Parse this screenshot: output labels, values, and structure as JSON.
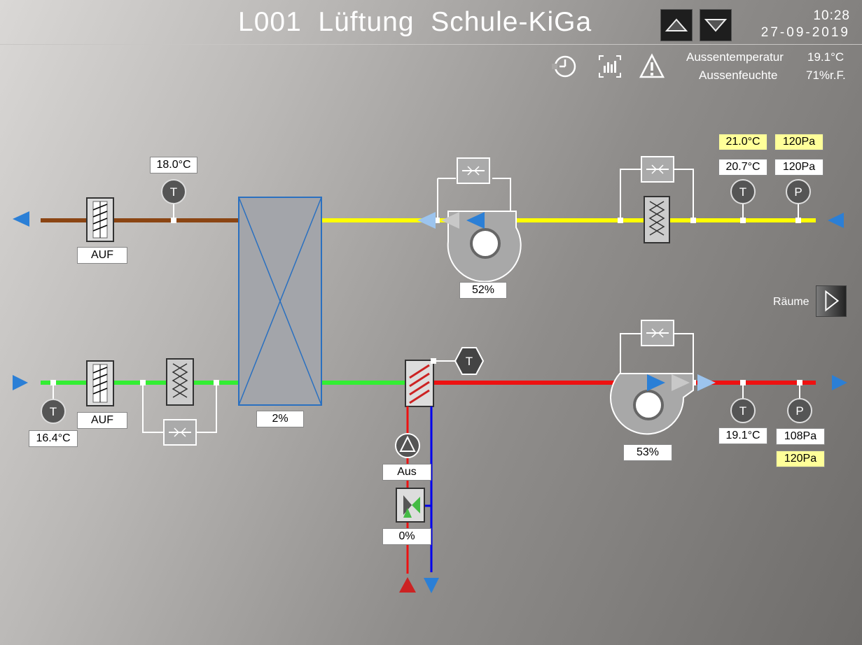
{
  "header": {
    "title": "L001  Lüftung  Schule-KiGa",
    "time": "10:28",
    "date": "27-09-2019",
    "outdoor_temp_label": "Aussentemperatur",
    "outdoor_temp_value": "19.1°C",
    "outdoor_humidity_label": "Aussenfeuchte",
    "outdoor_humidity_value": "71%r.F."
  },
  "nav": {
    "rooms_label": "Räume"
  },
  "exhaust_line": {
    "outdoor_temp_value": "18.0°C",
    "damper_status": "AUF",
    "heat_recovery_value": "2%",
    "fan_speed": "52%",
    "temp_setpoint": "21.0°C",
    "pressure_setpoint": "120Pa",
    "temp_actual": "20.7°C",
    "pressure_actual": "120Pa"
  },
  "supply_line": {
    "intake_temp_value": "16.4°C",
    "damper_status": "AUF",
    "fan_speed": "53%",
    "temp_actual": "19.1°C",
    "pressure_actual": "108Pa",
    "pressure_setpoint": "120Pa"
  },
  "heating": {
    "pump_status": "Aus",
    "valve_position": "0%"
  },
  "sensor_labels": {
    "temperature": "T",
    "pressure": "P"
  },
  "colors": {
    "exhaust_outside": "#8b4513",
    "exhaust_inside": "#ffff00",
    "supply_outside": "#33ee33",
    "supply_inside": "#ee1111",
    "return_water": "#0000ee",
    "arrow_blue": "#2b7fd6",
    "setpoint_yellow": "#ffff99"
  },
  "icons": [
    "clock-icon",
    "report-icon",
    "alarm-icon",
    "arrow-up-icon",
    "arrow-down-icon",
    "rooms-arrow-icon"
  ]
}
